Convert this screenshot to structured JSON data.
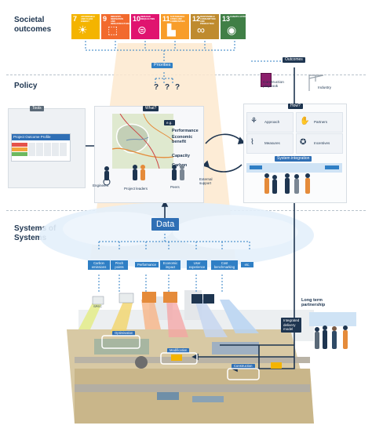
{
  "sections": {
    "societal": "Societal\noutcomes",
    "policy": "Policy",
    "systems": "Systems of\nSystems"
  },
  "sdgs": [
    {
      "num": "7",
      "title": "Affordable and clean energy",
      "color": "#f4b400",
      "icon": "sun-icon"
    },
    {
      "num": "9",
      "title": "Industry, innovation and infrastructure",
      "color": "#f26a2e",
      "icon": "cubes-icon"
    },
    {
      "num": "10",
      "title": "Reduced inequalities",
      "color": "#e0146f",
      "icon": "equals-icon"
    },
    {
      "num": "11",
      "title": "Sustainable cities and communities",
      "color": "#f89d2a",
      "icon": "city-icon"
    },
    {
      "num": "12",
      "title": "Responsible consumption and production",
      "color": "#bf8b2e",
      "icon": "infinity-icon"
    },
    {
      "num": "13",
      "title": "Climate action",
      "color": "#407f46",
      "icon": "eye-icon"
    }
  ],
  "labels": {
    "priorities": "Priorities",
    "q1": "?",
    "q2": "?",
    "q3": "?",
    "outcomes": "Outcomes",
    "construction_playbook": "Construction\nplaybook",
    "industry": "Industry",
    "tools": "Tools",
    "project_outcome_profile": "Project Outcome Profile",
    "what": "What?",
    "eg": "e.g.",
    "performance": "Performance",
    "economic_benefit": "Economic\nbenefit",
    "capacity": "Capacity",
    "carbon": "Carbon",
    "engineers": "Engineers",
    "project_leaders": "Project leaders",
    "peers": "Peers",
    "external_support": "External\nsupport",
    "how": "How?",
    "approach": "Approach",
    "partners": "Partners",
    "measures": "Measures",
    "incentives": "Incentives",
    "system_integration": "System integration",
    "data": "Data",
    "long_term_partnership": "Long term\npartnership",
    "integrated_delivery_model": "Integrated\ndelivery\nmodel",
    "optimisation": "Optimisation",
    "modification": "Modification",
    "construction": "Construction",
    "spec": "SPEC"
  },
  "data_tags": [
    "Carbon emissions",
    "Pinch points",
    "Performance",
    "Economic impact",
    "User experience",
    "Cost benchmarking",
    "etc."
  ],
  "colors": {
    "navy": "#1e3550",
    "blue": "#2f6fb5",
    "dashed": "#2f7fc5",
    "beam": "#fde9cf"
  }
}
